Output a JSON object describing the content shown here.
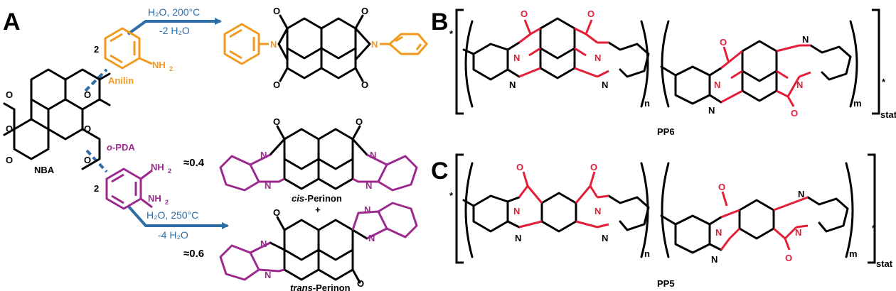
{
  "panels": {
    "a": "A",
    "b": "B",
    "c": "C"
  },
  "panel_a": {
    "reagent_aniline": {
      "coef": "2",
      "group": "NH",
      "sub": "2",
      "name": "Anilin"
    },
    "reagent_opda": {
      "coef": "2",
      "group1": "NH",
      "group1_sub": "2",
      "group2": "NH",
      "group2_sub": "2",
      "name_prefix": "o",
      "name_suffix": "-PDA"
    },
    "start_material": "NBA",
    "cond_top": {
      "line1": "H₂O, 200°C",
      "line2": "-2 H₂O"
    },
    "cond_bottom": {
      "line1": "H₂O, 250°C",
      "line2": "-4 H₂O"
    },
    "cis": {
      "ratio": "≈0.4",
      "name_italic": "cis",
      "name_rest": "-Perinon"
    },
    "plus": "+",
    "trans": {
      "ratio": "≈0.6",
      "name_italic": "trans",
      "name_rest": "-Perinon"
    }
  },
  "atoms": {
    "o": "O",
    "n": "N",
    "star": "*"
  },
  "panel_b": {
    "n": "n",
    "m": "m",
    "stat": "stat",
    "name": "PP6"
  },
  "panel_c": {
    "n": "n",
    "m": "m",
    "stat": "stat",
    "name": "PP5"
  },
  "colors": {
    "black": "#000000",
    "orange": "#f29a1f",
    "purple": "#9c2a8e",
    "red": "#e31e37",
    "blue": "#2e6ea6"
  }
}
